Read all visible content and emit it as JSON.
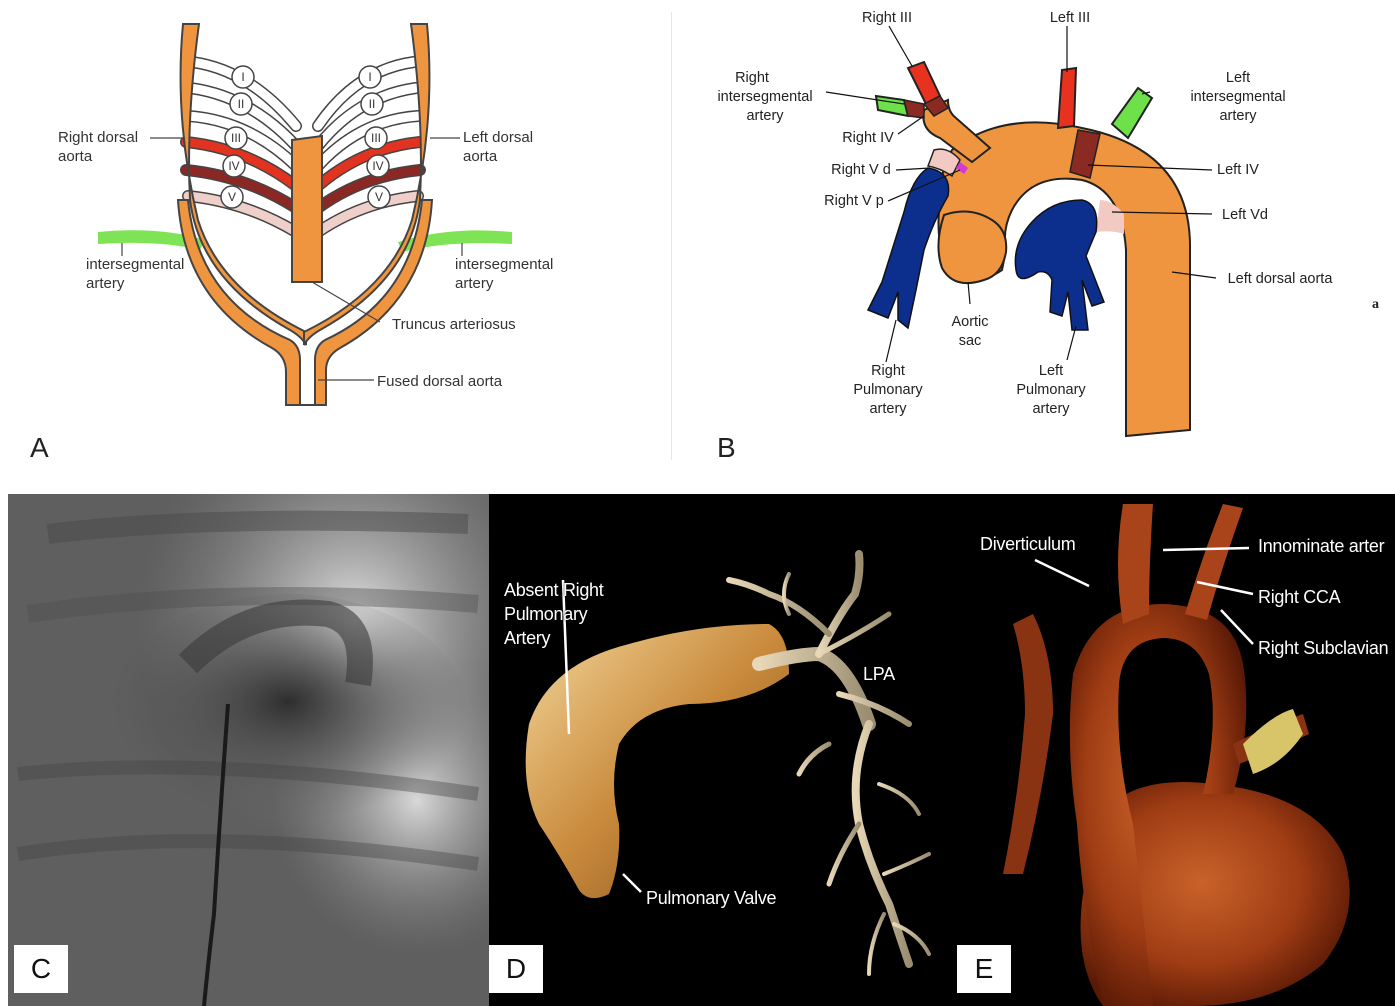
{
  "panels": {
    "A": {
      "letter": "A",
      "roman": [
        "I",
        "II",
        "III",
        "IV",
        "V"
      ],
      "labels": {
        "right_dorsal_1": "Right dorsal",
        "right_dorsal_2": "aorta",
        "left_dorsal_1": "Left dorsal",
        "left_dorsal_2": "aorta",
        "interseg_l_1": "intersegmental",
        "interseg_l_2": "artery",
        "interseg_r_1": "intersegmental",
        "interseg_r_2": "artery",
        "truncus": "Truncus arteriosus",
        "fused": "Fused dorsal aorta"
      }
    },
    "B": {
      "letter": "B",
      "corner_mark": "a",
      "labels": {
        "right_iii": "Right III",
        "left_iii": "Left III",
        "right_interseg_1": "Right",
        "right_interseg_2": "intersegmental",
        "right_interseg_3": "artery",
        "left_interseg_1": "Left",
        "left_interseg_2": "intersegmental",
        "left_interseg_3": "artery",
        "right_iv": "Right IV",
        "right_vd": "Right V d",
        "right_vp": "Right V p",
        "left_iv": "Left IV",
        "left_vd": "Left Vd",
        "left_dorsal": "Left dorsal aorta",
        "aortic_sac_1": "Aortic",
        "aortic_sac_2": "sac",
        "right_pa_1": "Right",
        "right_pa_2": "Pulmonary",
        "right_pa_3": "artery",
        "left_pa_1": "Left",
        "left_pa_2": "Pulmonary",
        "left_pa_3": "artery"
      }
    },
    "C": {
      "letter": "C"
    },
    "D": {
      "letter": "D",
      "labels": {
        "absent_1": "Absent Right",
        "absent_2": "Pulmonary",
        "absent_3": "Artery",
        "lpa": "LPA",
        "valve": "Pulmonary Valve"
      }
    },
    "E": {
      "letter": "E",
      "labels": {
        "diverticulum": "Diverticulum",
        "innominate": "Innominate arter",
        "right_cca": "Right CCA",
        "right_subclavian": "Right Subclavian"
      }
    }
  },
  "colors": {
    "aorta_orange": "#f0953f",
    "arch_red": "#e8321f",
    "arch_darkred": "#8b2a22",
    "arch_pink": "#f2c9c3",
    "interseg_green": "#6ee04a",
    "pulmonary_blue": "#0c2f8e",
    "panel_black": "#000000"
  }
}
